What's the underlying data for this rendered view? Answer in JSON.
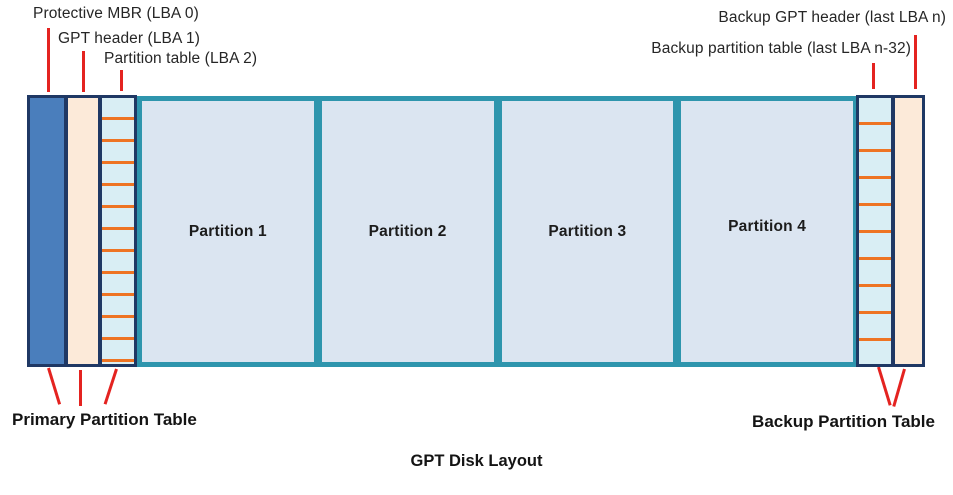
{
  "title": "GPT Disk Layout",
  "labels": {
    "top_left": [
      "Protective MBR (LBA 0)",
      "GPT header (LBA 1)",
      "Partition table (LBA 2)"
    ],
    "top_right": [
      "Backup GPT header (last LBA n)",
      "Backup partition table (last LBA n-32)"
    ],
    "bottom_left": "Primary Partition Table",
    "bottom_right": "Backup Partition Table"
  },
  "partitions": [
    "Partition 1",
    "Partition 2",
    "Partition 3",
    "Partition 4"
  ],
  "colors": {
    "protective_mbr_fill": "#4a7ebc",
    "gpt_header_fill": "#fcead9",
    "partition_table_fill": "#d9eef4",
    "partition_table_stripe": "#ee7423",
    "partition_fill": "#dbe5f1",
    "partition_frame": "#2e95ad",
    "group_border": "#1f3864",
    "callout_line": "#e42320"
  }
}
